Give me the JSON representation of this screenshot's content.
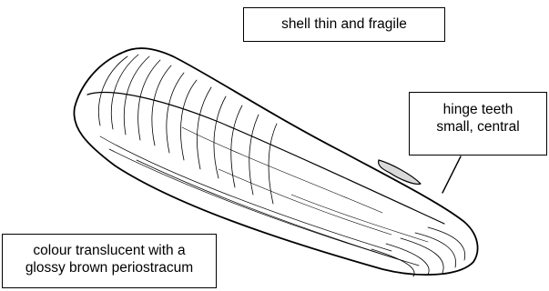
{
  "figure": {
    "subject": "razor shell",
    "ink_color": "#000000",
    "background_color": "#ffffff"
  },
  "labels": {
    "shell": {
      "text": "shell thin and fragile"
    },
    "hinge": {
      "line1": "hinge teeth",
      "line2": "small, central"
    },
    "colour": {
      "line1": "colour translucent with a",
      "line2": "glossy brown periostracum"
    }
  }
}
